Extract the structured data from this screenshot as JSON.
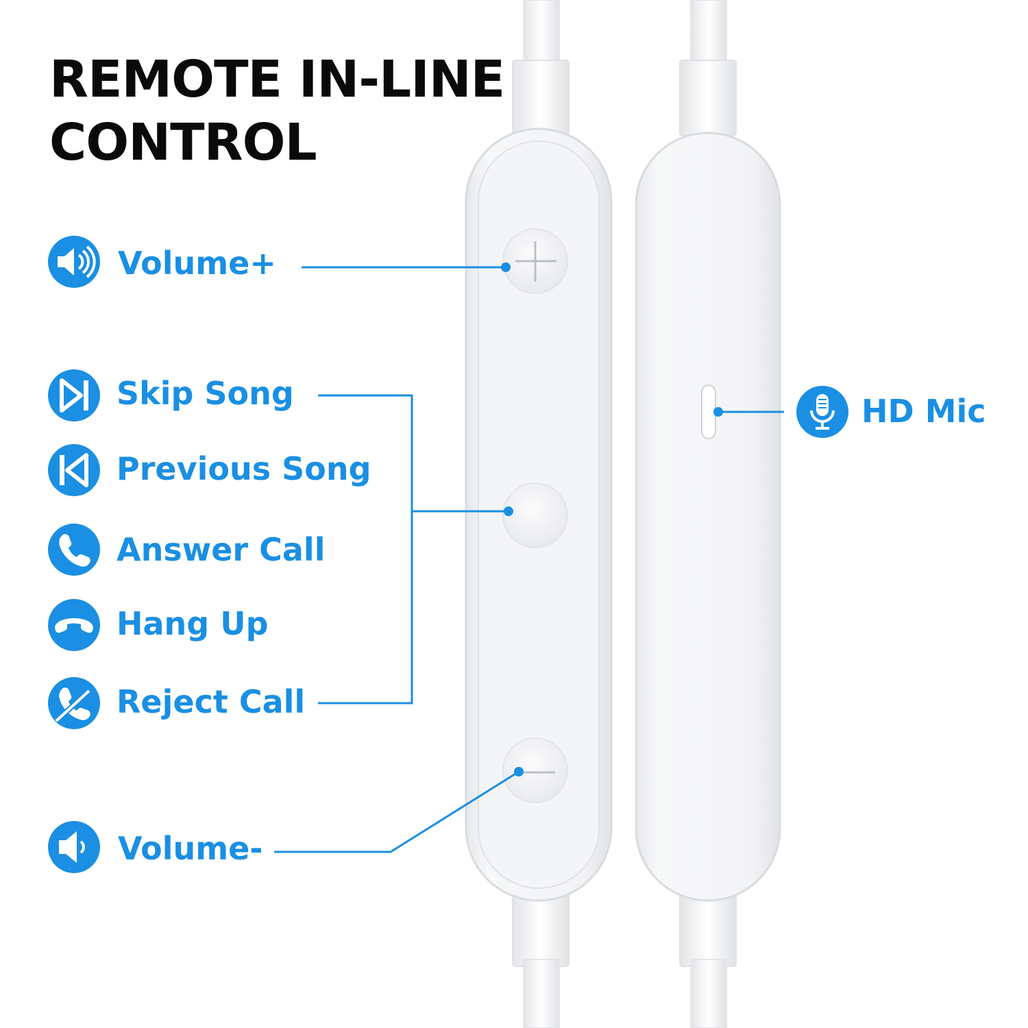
{
  "title_lines": [
    "REMOTE IN-LINE",
    "CONTROL"
  ],
  "colors": {
    "accent": "#1a8fe3",
    "title": "#0a0a0a",
    "device": "#f3f4f6"
  },
  "features": {
    "volume_up": {
      "label": "Volume+",
      "icon": "speaker-loud-icon"
    },
    "skip_song": {
      "label": "Skip Song",
      "icon": "skip-forward-icon"
    },
    "previous_song": {
      "label": "Previous Song",
      "icon": "skip-back-icon"
    },
    "answer_call": {
      "label": "Answer Call",
      "icon": "phone-icon"
    },
    "hang_up": {
      "label": "Hang Up",
      "icon": "hang-up-icon"
    },
    "reject_call": {
      "label": "Reject Call",
      "icon": "reject-call-icon"
    },
    "volume_down": {
      "label": "Volume-",
      "icon": "speaker-quiet-icon"
    },
    "hd_mic": {
      "label": "HD Mic",
      "icon": "microphone-icon"
    }
  }
}
